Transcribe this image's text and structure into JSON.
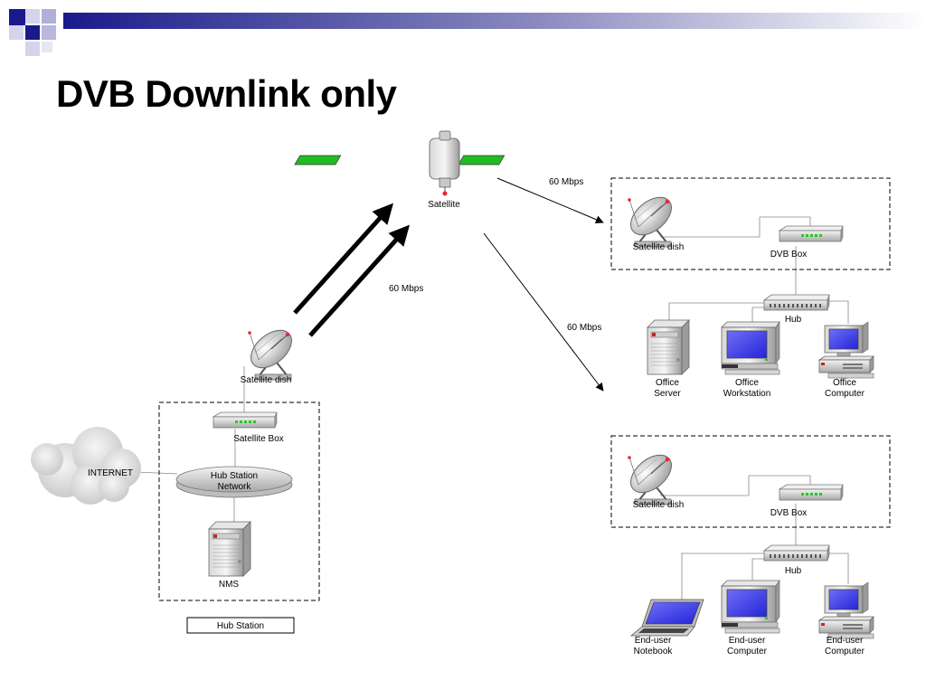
{
  "slide": {
    "title": "DVB Downlink only"
  },
  "diagram": {
    "satellite": {
      "label": "Satellite"
    },
    "links": {
      "uplink_rate": "60 Mbps",
      "downlink_rate_1": "60 Mbps",
      "downlink_rate_2": "60 Mbps"
    },
    "hub_station": {
      "caption": "Hub Station",
      "dish_label": "Satellite dish",
      "box_label": "Satellite Box",
      "network_label_line1": "Hub Station",
      "network_label_line2": "Network",
      "internet_label": "INTERNET",
      "nms_label": "NMS"
    },
    "office_site": {
      "dish_label": "Satellite dish",
      "dvb_label": "DVB Box",
      "hub_label": "Hub",
      "server_line1": "Office",
      "server_line2": "Server",
      "workstation_line1": "Office",
      "workstation_line2": "Workstation",
      "computer_line1": "Office",
      "computer_line2": "Computer"
    },
    "enduser_site": {
      "dish_label": "Satellite dish",
      "dvb_label": "DVB Box",
      "hub_label": "Hub",
      "notebook_line1": "End-user",
      "notebook_line2": "Notebook",
      "computer1_line1": "End-user",
      "computer1_line2": "Computer",
      "computer2_line1": "End-user",
      "computer2_line2": "Computer"
    }
  },
  "colors": {
    "header_gradient_start": "#1a1a8c",
    "header_gradient_end": "#ffffff",
    "solar_panel": "#22bb22",
    "screen": "#3a3af0"
  }
}
